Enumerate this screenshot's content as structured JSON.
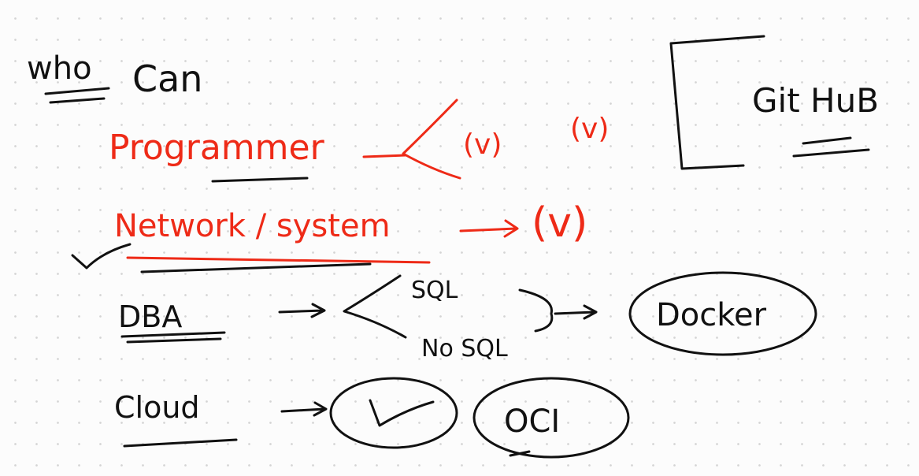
{
  "whiteboard": {
    "ink_colors": {
      "black": "#111111",
      "red": "#ee2a17"
    },
    "heading": {
      "word1": "who",
      "word2": "Can"
    },
    "roles": {
      "programmer": "Programmer",
      "network_system": "Network / system",
      "dba": "DBA",
      "cloud": "Cloud"
    },
    "programmer_marks": [
      "(v)",
      "(v)"
    ],
    "network_mark": "(v)",
    "db_types": {
      "sql": "SQL",
      "nosql": "No SQL"
    },
    "docker": "Docker",
    "oci": "OCI",
    "github": "Git HuB"
  }
}
